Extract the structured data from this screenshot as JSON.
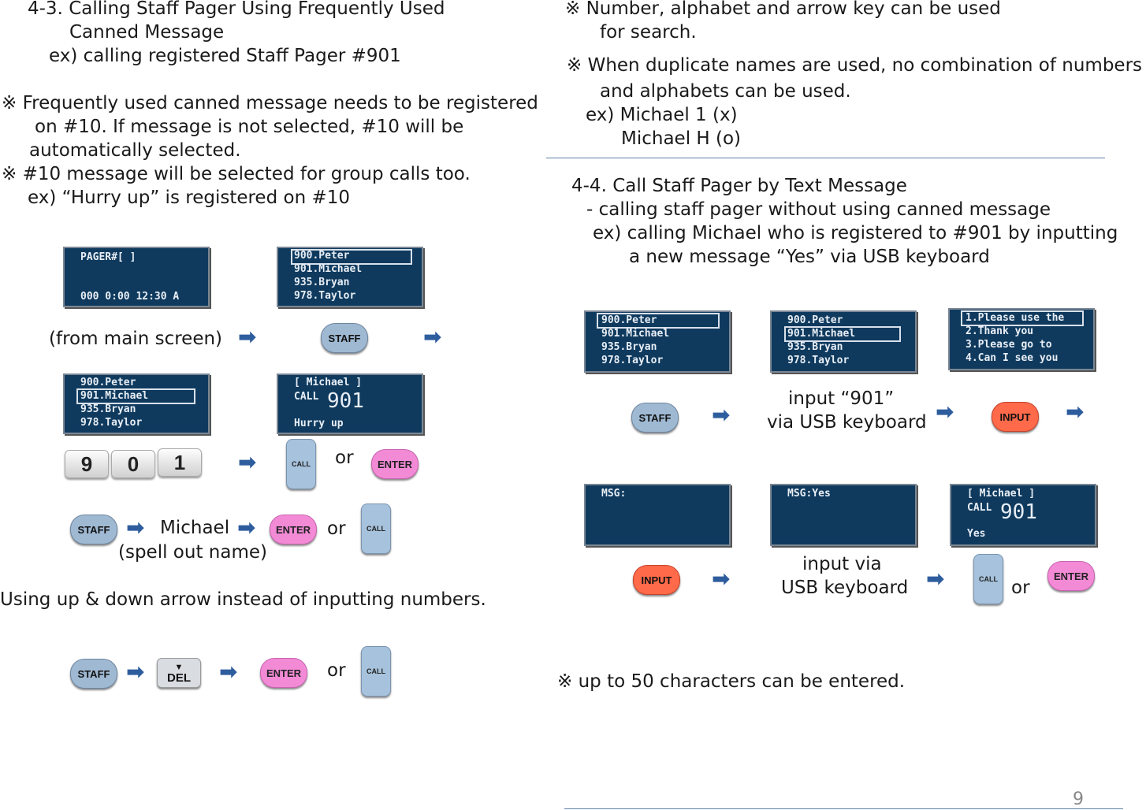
{
  "left": {
    "heading_1": "4-3. Calling Staff Pager Using Frequently Used",
    "heading_2": "Canned Message",
    "example": "ex) calling registered Staff Pager #901",
    "note1_a": "※ Frequently used canned  message needs to be registered",
    "note1_b": "on #10. If message is not selected, #10 will be",
    "note1_c": "automatically selected.",
    "note2": "※ #10 message will be selected for group calls too.",
    "note2_ex": "ex) “Hurry up” is registered on #10",
    "from_main": "(from main screen)",
    "michael": "Michael",
    "spell_out": "(spell out name)",
    "or": "or",
    "arrows_note": "Using up & down arrow instead of inputting numbers.",
    "screen_main": {
      "line1": "PAGER#[          ]",
      "line2": "000   0:00 12:30 A"
    },
    "screen_list": [
      "900.Peter",
      "901.Michael",
      "935.Bryan",
      "978.Taylor"
    ],
    "screen_call": {
      "line1": "[ Michael    ]",
      "call": "CALL",
      "num": "901",
      "msg": "Hurry up"
    },
    "keys": [
      "9",
      "0",
      "1"
    ]
  },
  "right": {
    "note_a": "※ Number, alphabet and arrow key can be used",
    "note_a2": "for search.",
    "note_b": "※  When duplicate names are used, no combination of numbers",
    "note_b2": "and alphabets can be used.",
    "note_b_ex1": "ex) Michael 1 (x)",
    "note_b_ex2": "Michael H (o)",
    "heading": "4-4. Call Staff Pager by Text  Message",
    "sub": "- calling staff pager without using canned message",
    "ex1": "ex) calling Michael who is registered to #901 by inputting",
    "ex2": "a new message “Yes” via USB keyboard",
    "input_901_a": "input  “901”",
    "input_901_b": "via USB keyboard",
    "input_via_a": "input via",
    "input_via_b": "USB keyboard",
    "or": "or",
    "max_chars": "※ up to 50  characters can be entered.",
    "screen_canned": [
      "1.Please use the",
      "2.Thank you",
      "3.Please go to",
      "4.Can I see you"
    ],
    "screen_msg": "MSG:",
    "screen_msg_yes": "MSG:Yes",
    "screen_call": {
      "line1": "[ Michael    ]",
      "call": "CALL",
      "num": "901",
      "msg": "Yes"
    }
  },
  "buttons": {
    "staff": "STAFF",
    "enter": "ENTER",
    "input": "INPUT",
    "call": "CALL",
    "del": "DEL",
    "del_arrow": "▼"
  },
  "page_number": "9"
}
